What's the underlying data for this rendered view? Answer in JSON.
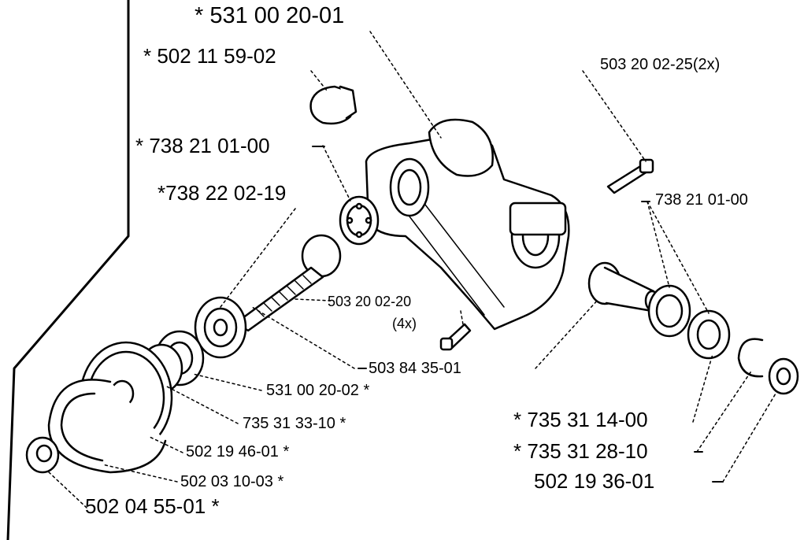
{
  "labels": {
    "p531_00_20_01": "* 531 00 20-01",
    "p502_11_59_02": "* 502 11 59-02",
    "p503_20_02_25": "503 20 02-25(2x)",
    "p738_21_01_00_left": "* 738 21 01-00",
    "p738_22_02_19": "*738 22 02-19",
    "p738_21_01_00_right": "738 21 01-00",
    "p503_20_02_20": "503 20 02-20",
    "p503_20_02_20_qty": "(4x)",
    "p503_84_35_01": "503 84 35-01",
    "p531_00_20_02": "531 00 20-02 *",
    "p735_31_33_10": "735 31 33-10 *",
    "p502_19_46_01": "502 19 46-01 *",
    "p502_03_10_03": "502 03 10-03 *",
    "p502_04_55_01": "502 04 55-01 *",
    "p735_31_14_00": "* 735 31 14-00",
    "p735_31_28_10": "* 735 31 28-10",
    "p502_19_36_01": "502 19 36-01"
  },
  "colors": {
    "ink": "#000000",
    "paper": "#ffffff"
  }
}
